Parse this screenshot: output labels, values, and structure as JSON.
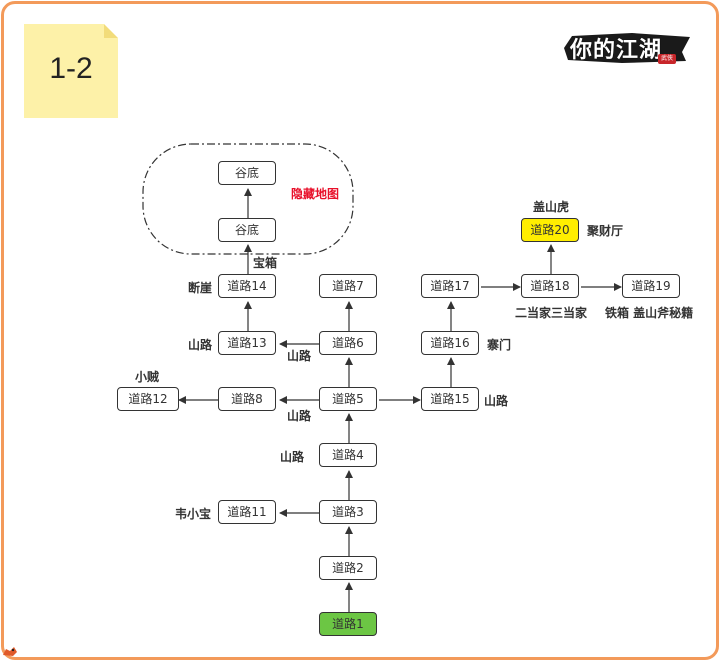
{
  "title_note": "1-2",
  "logo": {
    "text": "你的江湖",
    "seal": "武侠"
  },
  "colors": {
    "border": "#f39a5a",
    "note_bg": "#fdf1a8",
    "start_fill": "#6cc644",
    "highlight_fill": "#ffee00",
    "hidden_label": "#e8102a"
  },
  "nodes": {
    "n1": "道路1",
    "n2": "道路2",
    "n3": "道路3",
    "n4": "道路4",
    "n5": "道路5",
    "n6": "道路6",
    "n7": "道路7",
    "n8": "道路8",
    "n11": "道路11",
    "n12": "道路12",
    "n13": "道路13",
    "n14": "道路14",
    "n15": "道路15",
    "n16": "道路16",
    "n17": "道路17",
    "n18": "道路18",
    "n19": "道路19",
    "n20": "道路20",
    "gudi_bottom": "谷底",
    "gudi_top": "谷底"
  },
  "labels": {
    "hidden_map": "隐藏地图",
    "treasure_box": "宝箱",
    "cliff": "断崖",
    "mountain_road_13": "山路",
    "mountain_road_6": "山路",
    "mountain_road_5": "山路",
    "mountain_road_4": "山路",
    "mountain_road_15": "山路",
    "thief": "小贼",
    "wei_xiaobao": "韦小宝",
    "camp_gate": "寨门",
    "gai_shanhu": "盖山虎",
    "treasure_hall": "聚财厅",
    "second_third_master": "二当家三当家",
    "iron_box_secret_book": "铁箱 盖山斧秘籍"
  }
}
